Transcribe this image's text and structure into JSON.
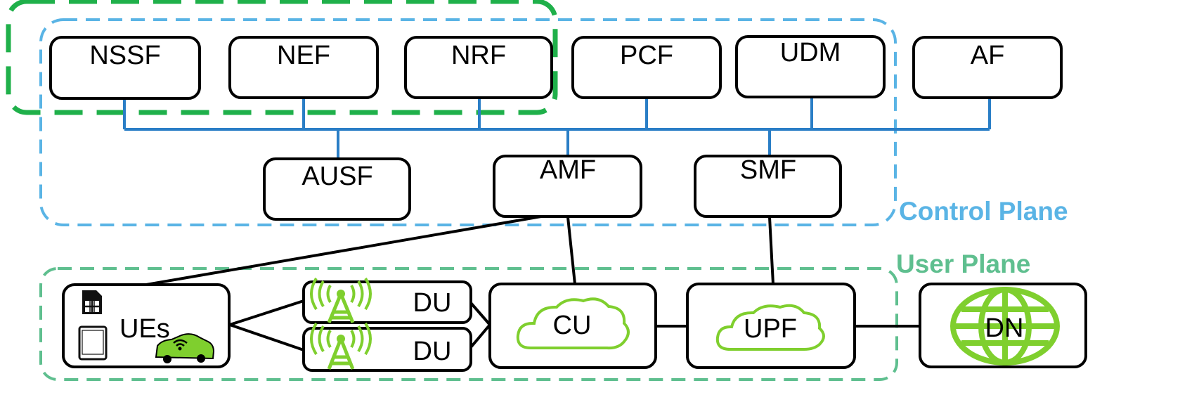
{
  "colors": {
    "control_plane": "#5ab4e5",
    "user_plane": "#5fbf8f",
    "group_highlight": "#1fb04a",
    "bus": "#2a7ec6",
    "link": "#000000",
    "icon_green": "#7fcf2e"
  },
  "planes": {
    "control": "Control Plane",
    "user": "User Plane"
  },
  "control_functions": {
    "nssf": "NSSF",
    "nef": "NEF",
    "nrf": "NRF",
    "pcf": "PCF",
    "udm": "UDM",
    "af": "AF",
    "ausf": "AUSF",
    "amf": "AMF",
    "smf": "SMF"
  },
  "user_functions": {
    "ues": "UEs",
    "du_top": "DU",
    "du_bottom": "DU",
    "cu": "CU",
    "upf": "UPF",
    "dn": "DN"
  },
  "icons": {
    "ues": [
      "sim-card-icon",
      "tablet-icon",
      "car-icon"
    ],
    "du": "antenna-tower-icon",
    "cu": "cloud-icon",
    "upf": "cloud-icon",
    "dn": "globe-icon"
  }
}
